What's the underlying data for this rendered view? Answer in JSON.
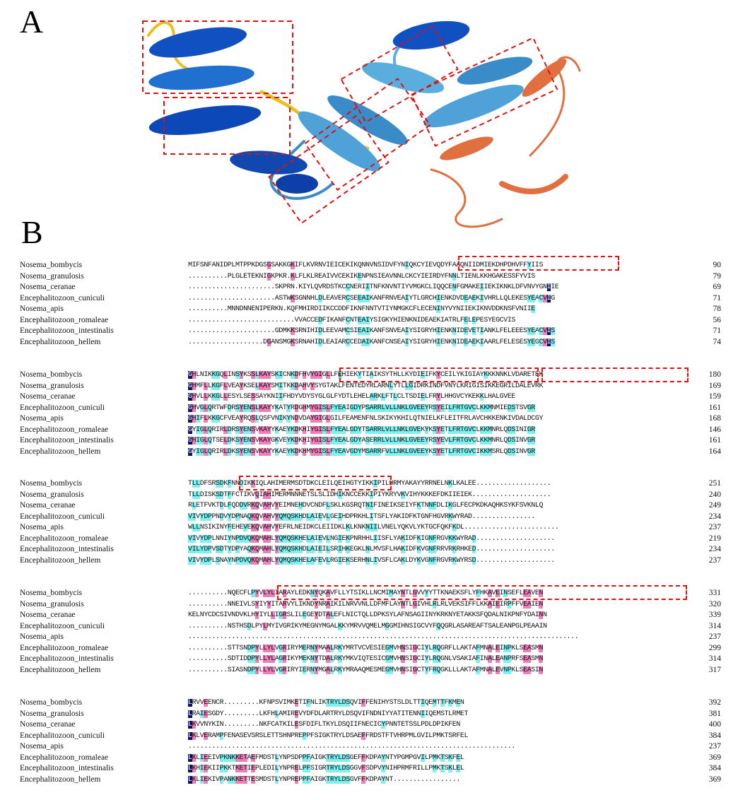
{
  "panels": {
    "a_label": "A",
    "b_label": "B"
  },
  "colors": {
    "identical": "#0c1460",
    "conserved": "#ee7fb8",
    "similar": "#7ff0f0",
    "highlight_box": "#e01010"
  },
  "alignment": {
    "species": [
      "Nosema_bombycis",
      "Nosema_granulosis",
      "Nosema_ceranae",
      "Encephalitozoon_cuniculi",
      "Nosema_apis",
      "Encephalitozoon_romaleae",
      "Encephalitozoon_intestinalis",
      "Encephalitozoon_hellem"
    ],
    "blocks": [
      {
        "sequences": [
          "MIFSNFANIDPLMTPPKDGSGSAKKGKIFLKVRNVIEICEKIKQNNVNSIDVFYNIQKCYIEVQDYFAAQNIIDMIEKDHPDHVFFYIIS",
          "..........PLGLETEKNIGKPKR.KLFLKLREAIVVCEKIKENPNSIEAVNNLCKCYIEIRDYFNNLTIENLKKHGAKESSFYVIS",
          "......................SKPRN.KIYLQVRDSTKCCNERIITNFKNVNTIYVMGKCLIQQCENFGMAKEIIEKIKNKLDFVNVYGNIIE",
          "......................ASTWKSGNNHLDLEAVERCSEEAIKANFRNVEAIYTLGRCHIENKDVDEAEKIVHRLLQLEKESYEACVIG",
          "..........MNNDNNENIPERKN.KQFMHIRDIIKCCDDFIKNFNNTVTIYNMGKCFLECENINYVYNIIEKIKNVDDKNSFVNIIE",
          "...........................VVACCEDFIKANFCNTEAIYSIGKYHIENKNIDEAEKIATRLFELEPESYEGCVIS",
          "......................GDMKKSRNIHIDLEEVAMCSIEAIKANFSNVEAIYSIGRYHIENKNIDEVETIANKLFELEEESYEACVIS",
          "...................DGANSMGKSRNAHIDLEAIARCCEDAIKANFCNSEAIYSIGRYHIENKNIDEAEKIAARLFELESESYEGCVIS"
        ],
        "positions": [
          "90",
          "79",
          "69",
          "71",
          "78",
          "56",
          "71",
          "74"
        ]
      },
      {
        "sequences": [
          "GHLNIKKGQLINSYKSSLKAYSKICNKDFHVYGIGLLFEHIEKYTIAIKSYTHLLKYDIEIFKYCEILYKIGIAYKKKNNKLVDARETEK",
          "GHMFLLKGFLVEAYKSELKAYSMITKKDAHVYSYGTAKLFENTEDYRLARNLYTLLGIDRKINDFVNYLKRIGISIKKEGRILDALEVRK",
          "GHVLLKKGLLESYLSESSAYKNIIFHDYVDYSYGLGLFYDTLEHELARKLFTLCLTSDIELFRYLHHGVCYKEKKLHALGVEE",
          "GHVGLQRTWFDRSYENSLKAYYKATYRDGHMYGISLFYEAIGDYPSARRLVLLNKLGVEEYRSYEILFRTGVCLKKMNMIEDSTSVGR",
          "GHIFLKKGCFVEAYRQSLQSFVNIKYNDVDAYGIGLGILFEAMENFNLSKIKYKHILQTNIELKFLEITFRLAVCHKKENKIVDALDCGY",
          "GYIGLQRIRLDRSYENSVKAYYKAEYKDKHIYGISLFYEALGDYTSARRLVLLNKLGVEKYKSYETLFRTGVCLKKMNRLQDSINIGR",
          "GHIGLQTSELDKSYENSVKAYGKVEYKDKHIYGISLFYEALGDYASERRLVLLNKLGVEEYRSYEVLFRTGVCLKKMNRLQDSINVGR",
          "GYIGLQRIRLDKSYENSVKAYYKAEYKDKHMYGISLFYEAVGDYMSARRFVLLNKLGVEEYKSYETLFRTGVCIKKMSRLQDSINVGR"
        ],
        "positions": [
          "180",
          "169",
          "159",
          "161",
          "168",
          "146",
          "161",
          "164"
        ]
      },
      {
        "sequences": [
          "TLLDFSRSDKFNNDIKKIQLAHIMERMSDTDKCLEILQEIHGTYIKKIPILHRMYAKAYYRRNELNKLKALEE...................",
          "TLLDISKSDTFFCTIKVQIAHIMERMNNNETSLSLIDHIKNCCEKKIPIYKRYVKVIHYKKKEFDKIIEIEK....................",
          "RLETFVKTDLFQDDVRKQVAHVYEIMNEHDVCNDFLSKLKGSRQTNIFINEIKSEIYFKTNNFDLIKGLFECPKDKAQHKSYKFSVKNLQ",
          "VIVYDPPNDVYDPNAQKQVAHVYQMQSKHDLAIEVLGEIHDPRKHLITSFLYAKIDFKTGNFHGVRKWYRAD................",
          "WLLNSIKINYFEHEVEKQVAHVYEFRLNEIDKCLEIIDKLKLKNKNIILVNELYQKVLYKTGCFQKFKDL........................",
          "VIVYDPLNNIYNPDVQKQMAHLYQMQSKHELAIEVLNGIEKPNRHHLIISFLYAKIDFKIGNFRGVKKWYRAD....................",
          "VILYDPVSDTYDPYAQKQMAHLYQMQSKHDLAIEILSRIHKEGKLNLMVSFLHAKIDFKVGNFRRVRKRHKED....................",
          "VIVYDPLSNAYNPDVQKQMAHLYQMQSKHELAFEVLRGIEKSERHNLIVSFLCAKLDYKVGNFRGVRKWYRSD...................."
        ],
        "positions": [
          "251",
          "240",
          "249",
          "234",
          "237",
          "219",
          "234",
          "237"
        ]
      },
      {
        "sequences": [
          "..........NQECFLPYVLYLIARAYLEDKNYQKAVFLLYTSIKLLNCMIMAYNTLGVVYYTTKNAEKSFLYFHKAVEINSEFLEAVEN",
          "..........NNEIVLSYIYYITARVYLIKNDYNRAIKILNRVVNLLDFMFLAYNTLGIVHLRLRLVEKSIFFLKKAIEIRPFFVEAIEN",
          "KELNYCDCSIVNDVKLHYIYLLIGRSLILEGEYDTALEFLNICTQLLDPKSYLAFNSAGIINYKRKNYETAKKSFQDALNIKPNFYDAINN",
          "..........NSTHSDLPYLMYIVGRIKYMEGNYMGALKKYMRVVQMELMGGMIHNSIGCVYFQQGRLASAREAFTSALEANPGLPEAAIN",
          "...................................................................................................",
          "..........STTSNDPYLLYLVGRIRYMERNYMAALRKYMRTVCVESIEGMVHNSIGCIYLRQGRFLLAKTAFMNALEINPKLSEASMN",
          "..........SDTIDDPYLLYLAGRIKYMEKNYTDALRKYMKVIQTESICGMVHNSIGCIYLRQGNLVSAKIAFINALEANPRFSEASMN",
          "..........SIASNDPYLLYLVGRIRYIERNYMGALRKYMRAAQMESMEGMVHNSIGCTYFRQGKLLLAKTAFMNALEVNPKLSEASIN"
        ],
        "positions": [
          "331",
          "320",
          "339",
          "314",
          "237",
          "299",
          "314",
          "317"
        ]
      },
      {
        "sequences": [
          "LRVVEENCR.........KFNPSVIMKETIFNLIKTRYLDSQVIFFENIHYSTSLDLTTIQEMTTFKMEN",
          "LRAIESGDY.........LKFHLAMIREVYDFDLARTRYLDSQVIFNDNIYYATITENNIIQEMSTLRMET",
          "LKVVNYKIN.........NKFCATKILESFDIFLTKYLDSQIIFNECICYPNNTETSSLPDLDPIKFEN",
          "LKLVERAMPFENASEVSRSLETTSHNPREPPFSIGKTRYLDSAEFFRDSTFTVHRPMLGVILPMKTSRFEL",
          "...................................................................................",
          "LKLIEEIVPKNKKETAEFMDSTLYNPSDPPFAIGKTRYLDSGEFFKDPAYNTYPGMPGVILPMKTSKFEL",
          "LKHIEKIIPKKTKETIEPLEDILYNPRELPFSIGRTRYLDSGGVFSDPVYNIHPRMFRILLPMKTSKLEL",
          "LKLIEKIVPANKKETTESMDSTLYNPREPPFAIGKTRYLDSGVFFKDPAYNT................."
        ],
        "positions": [
          "392",
          "381",
          "400",
          "384",
          "237",
          "369",
          "384",
          "369"
        ]
      }
    ]
  }
}
